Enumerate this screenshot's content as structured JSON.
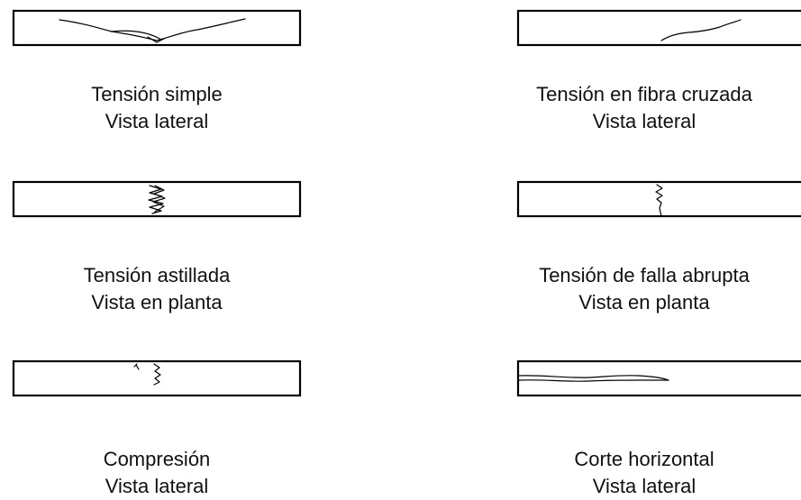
{
  "panels": [
    {
      "line1": "Tensión simple",
      "line2": "Vista lateral"
    },
    {
      "line1": "Tensión en fibra cruzada",
      "line2": "Vista lateral"
    },
    {
      "line1": "Tensión astillada",
      "line2": "Vista en planta"
    },
    {
      "line1": "Tensión de falla abrupta",
      "line2": "Vista en planta"
    },
    {
      "line1": "Compresión",
      "line2": "Vista lateral"
    },
    {
      "line1": "Corte horizontal",
      "line2": "Vista lateral"
    }
  ]
}
